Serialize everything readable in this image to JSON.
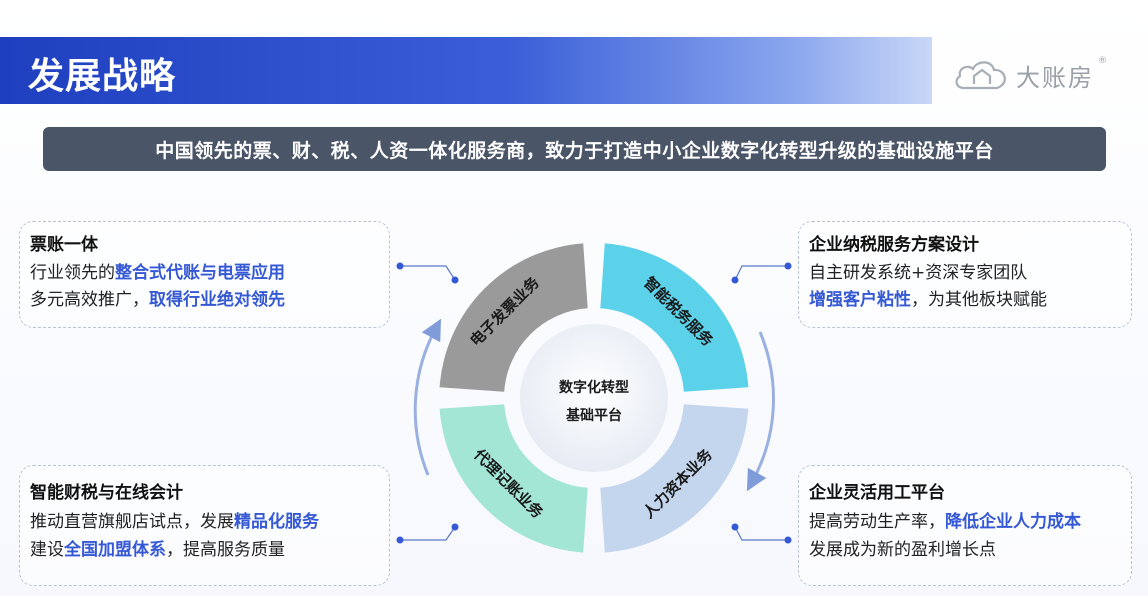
{
  "header": {
    "title": "发展战略",
    "logo_text": "大账房",
    "logo_reg": "®"
  },
  "banner": {
    "text": "中国领先的票、财、税、人资一体化服务商，致力于打造中小企业数字化转型升级的基础设施平台"
  },
  "cards": {
    "top_left": {
      "title": "票账一体",
      "line1_plain": "行业领先的",
      "line1_highlight": "整合式代账与电票应用",
      "line2_plain": "多元高效推广，",
      "line2_highlight": "取得行业绝对领先"
    },
    "top_right": {
      "title": "企业纳税服务方案设计",
      "line1_plain": "自主研发系统+资深专家团队",
      "line2_highlight": "增强客户粘性",
      "line2_plain": "，为其他板块赋能"
    },
    "bottom_left": {
      "title": "智能财税与在线会计",
      "line1_plain": "推动直营旗舰店试点，发展",
      "line1_highlight": "精品化服务",
      "line2_plain_a": "建设",
      "line2_highlight": "全国加盟体系",
      "line2_plain_b": "，提高服务质量"
    },
    "bottom_right": {
      "title": "企业灵活用工平台",
      "line1_plain": "提高劳动生产率，",
      "line1_highlight": "降低企业人力成本",
      "line2_plain": "发展成为新的盈利增长点"
    }
  },
  "diagram": {
    "center_line1": "数字化转型",
    "center_line2": "基础平台",
    "segments": [
      {
        "label": "电子发票业务",
        "color": "#9a9a9a"
      },
      {
        "label": "智能税务服务",
        "color": "#5bd2ea"
      },
      {
        "label": "人力资本业务",
        "color": "#c4d6ee"
      },
      {
        "label": "代理记账业务",
        "color": "#a4e6d6"
      }
    ],
    "colors": {
      "accent": "#3558d4",
      "connector": "#5a78c8",
      "arrow": "#7f9bd8"
    }
  }
}
